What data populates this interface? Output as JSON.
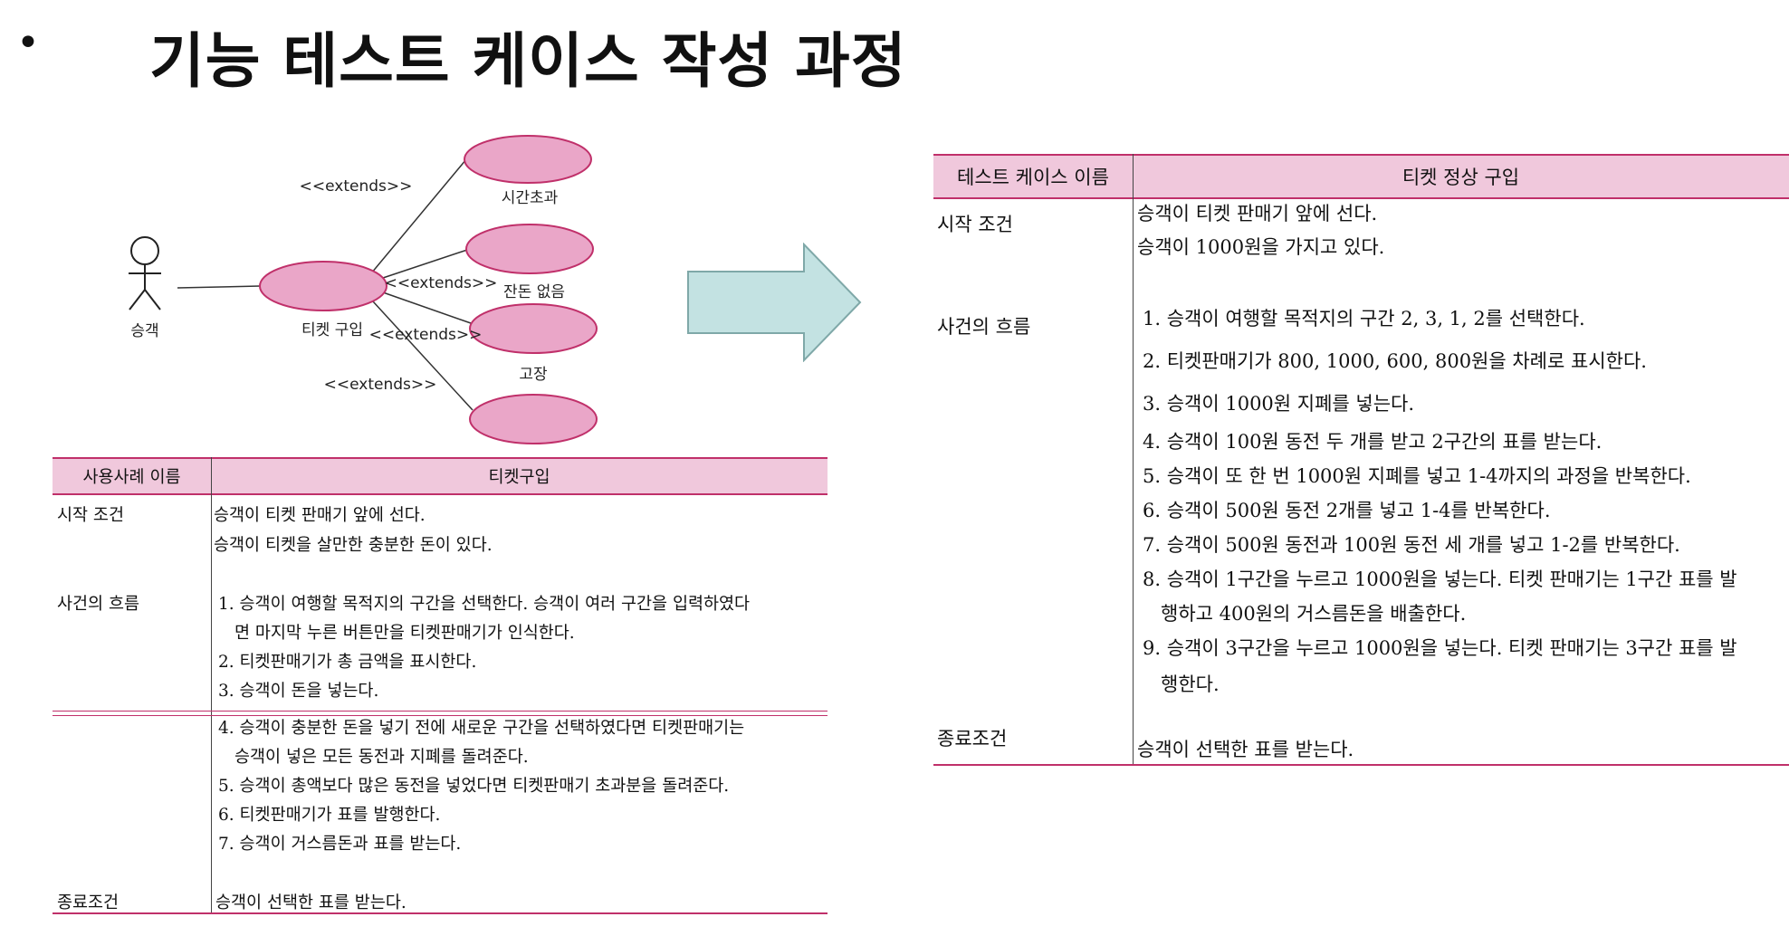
{
  "slide": {
    "bullet": "•",
    "title": "기능 테스트 케이스 작성 과정"
  },
  "usecase": {
    "actor": "승객",
    "main_case": "티켓 구입",
    "ext1_case": "시간초과",
    "ext2_case": "잔돈 없음",
    "ext3_case": "고장",
    "extends_label": "<<extends>>"
  },
  "usecase_table": {
    "col1_header": "사용사례 이름",
    "col2_header": "티켓구입",
    "start_label": "시작 조건",
    "start_lines": [
      "승객이 티켓 판매기 앞에 선다.",
      "승객이 티켓을 살만한 충분한 돈이 있다."
    ],
    "flow_label": "사건의 흐름",
    "flow_lines": [
      "1. 승객이 여행할 목적지의 구간을 선택한다. 승객이 여러 구간을 입력하였다",
      "면 마지막 누른 버튼만을 티켓판매기가 인식한다.",
      "2. 티켓판매기가 총 금액을 표시한다.",
      "3. 승객이 돈을 넣는다.",
      "4. 승객이 충분한 돈을 넣기 전에 새로운 구간을 선택하였다면 티켓판매기는",
      "승객이 넣은 모든 동전과 지폐를 돌려준다.",
      "5. 승객이 총액보다 많은 동전을 넣었다면 티켓판매기 초과분을 돌려준다.",
      "6. 티켓판매기가 표를 발행한다.",
      "7. 승객이 거스름돈과 표를 받는다."
    ],
    "end_label": "종료조건",
    "end_text": "승객이 선택한 표를 받는다."
  },
  "testcase_table": {
    "col1_header": "테스트 케이스 이름",
    "col2_header": "티켓 정상 구입",
    "start_label": "시작 조건",
    "start_lines": [
      "승객이 티켓 판매기 앞에 선다.",
      "승객이 1000원을 가지고 있다."
    ],
    "flow_label": "사건의 흐름",
    "flow_lines": [
      "1. 승객이 여행할 목적지의 구간 2, 3, 1, 2를 선택한다.",
      "2. 티켓판매기가 800, 1000, 600, 800원을 차례로 표시한다.",
      "3. 승객이 1000원 지폐를 넣는다.",
      "4. 승객이 100원 동전 두 개를 받고 2구간의 표를 받는다.",
      "5. 승객이 또 한 번 1000원 지폐를 넣고 1-4까지의 과정을 반복한다.",
      "6. 승객이 500원 동전 2개를 넣고 1-4를 반복한다.",
      "7. 승객이 500원 동전과 100원 동전 세 개를 넣고 1-2를 반복한다.",
      "8. 승객이 1구간을 누르고 1000원을 넣는다. 티켓 판매기는 1구간 표를 발",
      "행하고 400원의 거스름돈을 배출한다.",
      "9. 승객이 3구간을 누르고 1000원을 넣는다. 티켓 판매기는 3구간 표를 발",
      "행한다."
    ],
    "end_label": "종료조건",
    "end_text": "승객이 선택한 표를 받는다."
  },
  "colors": {
    "pink_fill": "#f0c8dc",
    "pink_line": "#c0306a",
    "usecase_fill": "#eaa6c8",
    "arrow_fill": "#c3e2e2"
  }
}
